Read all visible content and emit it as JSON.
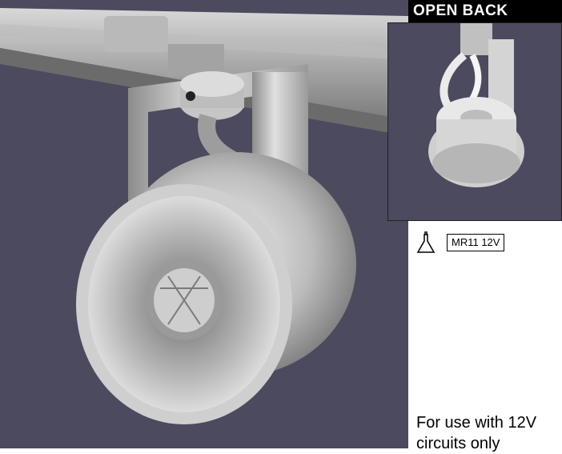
{
  "inset": {
    "label": "OPEN BACK"
  },
  "lamp": {
    "icon": "mr11-bulb-icon",
    "spec": "MR11 12V"
  },
  "note": {
    "text": "For use with 12V circuits only"
  },
  "colors": {
    "background": "#4b4a5f",
    "fixture": "#c9c9c9",
    "label_bg": "#000000"
  }
}
